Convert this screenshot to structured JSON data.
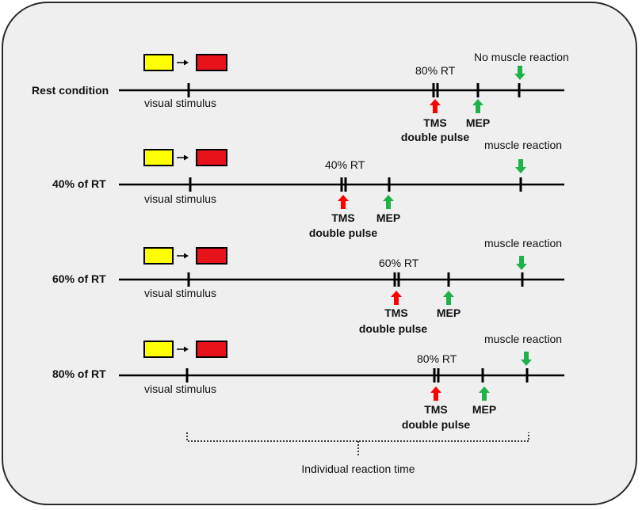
{
  "colors": {
    "panel_bg": "#efefef",
    "yellow_box": "#ffff00",
    "red_box": "#e8121a",
    "tms_arrow": "#ff0000",
    "green_arrow": "#1fb24a",
    "line": "#000000"
  },
  "rows": [
    {
      "condition": "Rest condition",
      "stimulus_label": "visual stimulus",
      "pulse_label": "80% RT",
      "tms_label_1": "TMS",
      "tms_label_2": "double pulse",
      "mep_label": "MEP",
      "reaction_label": "No muscle reaction"
    },
    {
      "condition": "40% of RT",
      "stimulus_label": "visual stimulus",
      "pulse_label": "40% RT",
      "tms_label_1": "TMS",
      "tms_label_2": "double pulse",
      "mep_label": "MEP",
      "reaction_label": "muscle reaction"
    },
    {
      "condition": "60% of RT",
      "stimulus_label": "visual stimulus",
      "pulse_label": "60% RT",
      "tms_label_1": "TMS",
      "tms_label_2": "double pulse",
      "mep_label": "MEP",
      "reaction_label": "muscle reaction"
    },
    {
      "condition": "80% of RT",
      "stimulus_label": "visual stimulus",
      "pulse_label": "80% RT",
      "tms_label_1": "TMS",
      "tms_label_2": "double pulse",
      "mep_label": "MEP",
      "reaction_label": "muscle reaction"
    }
  ],
  "bracket_label": "Individual reaction time"
}
